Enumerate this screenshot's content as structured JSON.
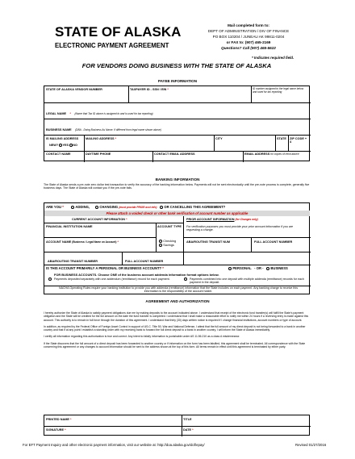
{
  "header": {
    "title": "STATE OF ALASKA",
    "subtitle": "ELECTRONIC PAYMENT AGREEMENT",
    "mail_lines": [
      "Mail completed form to:",
      "DEPT OF ADMINISTRATION / DIV OF FINANCE",
      "PO BOX 110204 / JUNEAU AK 99811-0204",
      "or FAX to: (907) 465-2169",
      "Questions? Call (907) 465-5622"
    ],
    "required_note": "* Indicates required field.",
    "vendor_banner": "FOR VENDORS DOING BUSINESS WITH THE STATE OF ALASKA"
  },
  "payee": {
    "section_title": "PAYEE INFORMATION",
    "vendor_number_label": "STATE OF ALASKA VENDOR NUMBER",
    "taxpayer_label": "TAXPAYER ID - SSN / EIN",
    "taxpayer_note": "ID number assigned to the legal name below and used for tax reporting",
    "legal_name_label": "LEGAL NAME",
    "legal_name_note": "(Name that Tax ID above is assigned to and is used for tax reporting)",
    "business_name_label": "BUSINESS NAME",
    "business_name_note": "(DBA - Doing Business As Name. If different from legal name shown above)",
    "mailing_label": "IS MAILING ADDRESS",
    "new_label": "NEW?",
    "yes_label": "YES",
    "no_label": "NO",
    "mailing_address_label": "MAILING ADDRESS",
    "city_label": "CITY",
    "state_label": "STATE",
    "zip_label": "ZIP CODE + 4",
    "contact_name_label": "CONTACT NAME",
    "daytime_phone_label": "DAYTIME PHONE",
    "contact_email_label": "CONTACT EMAIL ADDRESS",
    "email_address_label": "EMAIL ADDRESS",
    "email_note": "for copies of remit advice"
  },
  "banking": {
    "section_title": "BANKING INFORMATION",
    "intro": "The State of Alaska sends a pre-note zero dollar test transaction to verify the accuracy of the banking information below. Payments will not be sent electronically until the pre-note process is complete, generally five business days. The State of Alaska will contact you if the pre-note fails.",
    "are_you_label": "ARE YOU",
    "adding_label": "ADDING,",
    "changing_label": "CHANGING",
    "changing_note": "(must provide PRIOR acct info)",
    "or_cancel_label": "OR CANCELLING THIS AGREEMENT?",
    "attach_banner": "Please attach a voided check or other bank verification of account number as applicable",
    "current_label": "CURRENT ACCOUNT INFORMATION",
    "prior_label": "PRIOR ACCOUNT INFORMATION",
    "prior_note": "(for Changes only)",
    "institution_label": "FINANCIAL INSTITUTION NAME",
    "account_type_label": "ACCOUNT TYPE",
    "prior_verify": "For verification purposes you must provide your prior account information if you are requesting a change.",
    "account_name_label": "ACCOUNT NAME",
    "account_name_note": "(Business / Legal Name on Account)",
    "checking_label": "Checking",
    "savings_label": "Savings",
    "routing_label": "ABA/ROUTING TRANSIT NUM",
    "full_account_label": "FULL ACCOUNT NUMBER",
    "routing_label2": "ABA/ROUTING TRANSIT NUMBER",
    "full_account_label2": "FULL ACCOUNT NUMBER",
    "personal_q": "IS THIS ACCOUNT PRIMARILY A PERSONAL OR BUSINESS ACCOUNT?",
    "personal_label": "PERSONAL",
    "or_label": "- OR -",
    "business_label": "BUSINESS",
    "business_accounts": "FOR BUSINESS ACCOUNTS. Choose ONE of the business account addenda information format options below.",
    "option1": "Payments deposited separately with one addendum (remittance) record for each payment.",
    "option2": "Payments combined into one deposit with multiple addenda (remittance) records for each payment in the deposit.",
    "nacha_note": "NACHA Operating Rules require your banking institution to provide you with addenda (remittance) information that the State includes on each payment. Any banking charge to receive this information is the responsibility of the account holder."
  },
  "agreement": {
    "section_title": "AGREEMENT AND AUTHORIZATION",
    "p1": "I hereby authorize the State of Alaska to satisfy payment obligations due me by making deposits to the account indicated above. I understand that receipt of the electronic fund transfer(s) will fulfill the State's payment obligation and the State will be credited for the full amount on the date the fund transfer is completed. I understand that I shall make a reasonable effort to notify me within 24 hours if a reversing entry is made against this account. This authority is to remain in full force through the duration of this agreement. I understand that thirty (30) days written notice is required if I change financial institutions, account numbers or type of account.",
    "p2": "In addition, as required by the Federal Office of Foreign Asset Control in support of US.C. Title 50, War and National Defense, I attest that the full amount of my direct deposit is not being forwarded to a bank in another country and that if at any point I establish a standing order with my receiving bank to forward the full direct deposit to a bank in another country, I will inform the State of Alaska immediately.",
    "p3": "I certify all information regarding this authorization is true and correct. Any intent to falsify information is punishable under AS 11.56.210 as a class A misdemeanor.",
    "p4": "If the State discovers that the full amount of a direct deposit has been forwarded to another country or if information on the form has been falsified, this agreement shall be terminated. All correspondence with the State concerning this agreement or any changes to account information should be sent to the address shown at the top of this form. All terms remain in effect until this agreement is terminated by either party.",
    "printed_name_label": "PRINTED NAME",
    "title_label": "TITLE",
    "signature_label": "SIGNATURE",
    "date_label": "DATE"
  },
  "footer": {
    "text": "For EFT Payment Inquiry and other electronic payment information, visit our website at: http://doa.alaska.gov/dof/epay/",
    "revised": "Revised 01/27/2016"
  }
}
